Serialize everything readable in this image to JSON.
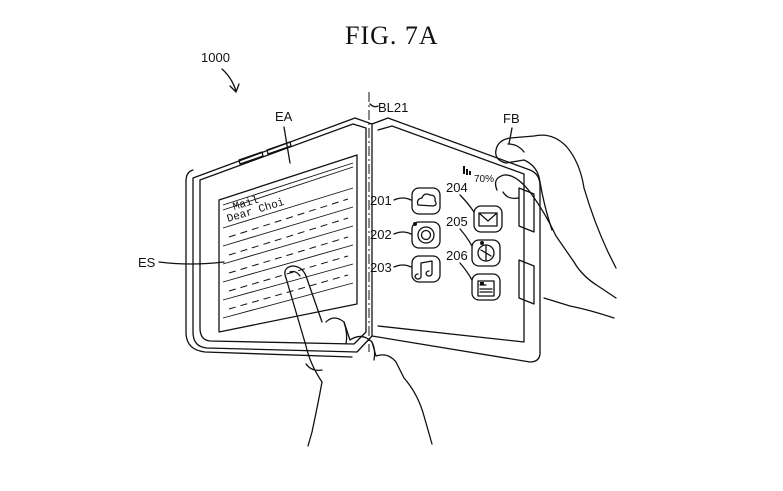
{
  "figure": {
    "title": "FIG.  7A",
    "device_ref": "1000",
    "labels": {
      "ea": "EA",
      "bl21": "BL21",
      "fb": "FB",
      "es": "ES",
      "battery": "70%",
      "r201": "201",
      "r202": "202",
      "r203": "203",
      "r204": "204",
      "r205": "205",
      "r206": "206"
    },
    "screen_text": {
      "line1": "Mail",
      "line2": "Dear Choi"
    },
    "icons": {
      "201": "cloud-icon",
      "202": "camera-lens-icon",
      "203": "music-note-icon",
      "204": "envelope-icon",
      "205": "compass-icon",
      "206": "document-icon"
    }
  }
}
